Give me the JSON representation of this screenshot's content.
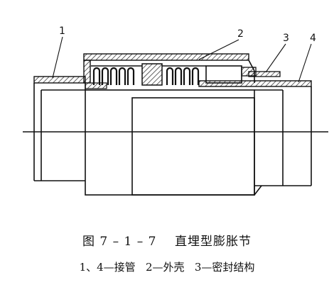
{
  "figure": {
    "title": "图 7 – 1 – 7    直埋型膨胀节",
    "legend": "1、4—接管   2—外壳   3—密封结构"
  },
  "callouts": [
    "1",
    "2",
    "3",
    "4"
  ]
}
